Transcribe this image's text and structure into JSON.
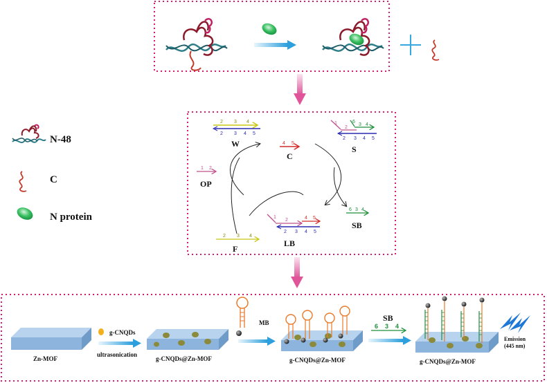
{
  "legend": {
    "n48": "N-48",
    "c": "C",
    "n_protein": "N protein"
  },
  "cycle": {
    "w": {
      "label": "W",
      "top_strand": [
        "2",
        "3",
        "4"
      ],
      "bottom_strand": [
        "2",
        "3",
        "4",
        "5"
      ]
    },
    "c": {
      "label": "C",
      "strand": [
        "4",
        "5"
      ]
    },
    "s": {
      "label": "S",
      "top_strand": [
        "1",
        "2",
        "6",
        "3",
        "4"
      ],
      "bottom_strand": [
        "2",
        "3",
        "4",
        "5"
      ]
    },
    "op": {
      "label": "OP",
      "strand": [
        "1",
        "2"
      ]
    },
    "sb": {
      "label": "SB",
      "strand": [
        "6",
        "3",
        "4"
      ]
    },
    "lb": {
      "label": "LB",
      "top_strand": [
        "1",
        "2",
        "4",
        "5"
      ],
      "bottom_strand": [
        "2",
        "3",
        "4",
        "5"
      ]
    },
    "f": {
      "label": "F",
      "strand": [
        "2",
        "3",
        "4"
      ]
    }
  },
  "bottom": {
    "zn_mof": "Zn-MOF",
    "g_cnqds": "g-CNQDs",
    "ultrasonication": "ultrasonication",
    "composite_1": "g-CNQDs@Zn-MOF",
    "mb": "MB",
    "composite_2": "g-CNQDs@Zn-MOF",
    "sb_label": "SB",
    "sb_strand": [
      "6",
      "3",
      "4"
    ],
    "composite_3": "g-CNQDs@Zn-MOF",
    "emission_line1": "Emission",
    "emission_line2": "(445 nm)"
  },
  "colors": {
    "box_border": "#d6186e",
    "strand_red": "#8b1a2b",
    "strand_teal": "#2f7f8a",
    "protein": "#1fa84a",
    "arrow_blue": "#35a8e0",
    "arrow_pink": "#e0559a",
    "mof": "#8db4dc",
    "dot": "#8a8a3a",
    "hairpin": "#e87a2a",
    "lightning": "#1e78d6"
  }
}
